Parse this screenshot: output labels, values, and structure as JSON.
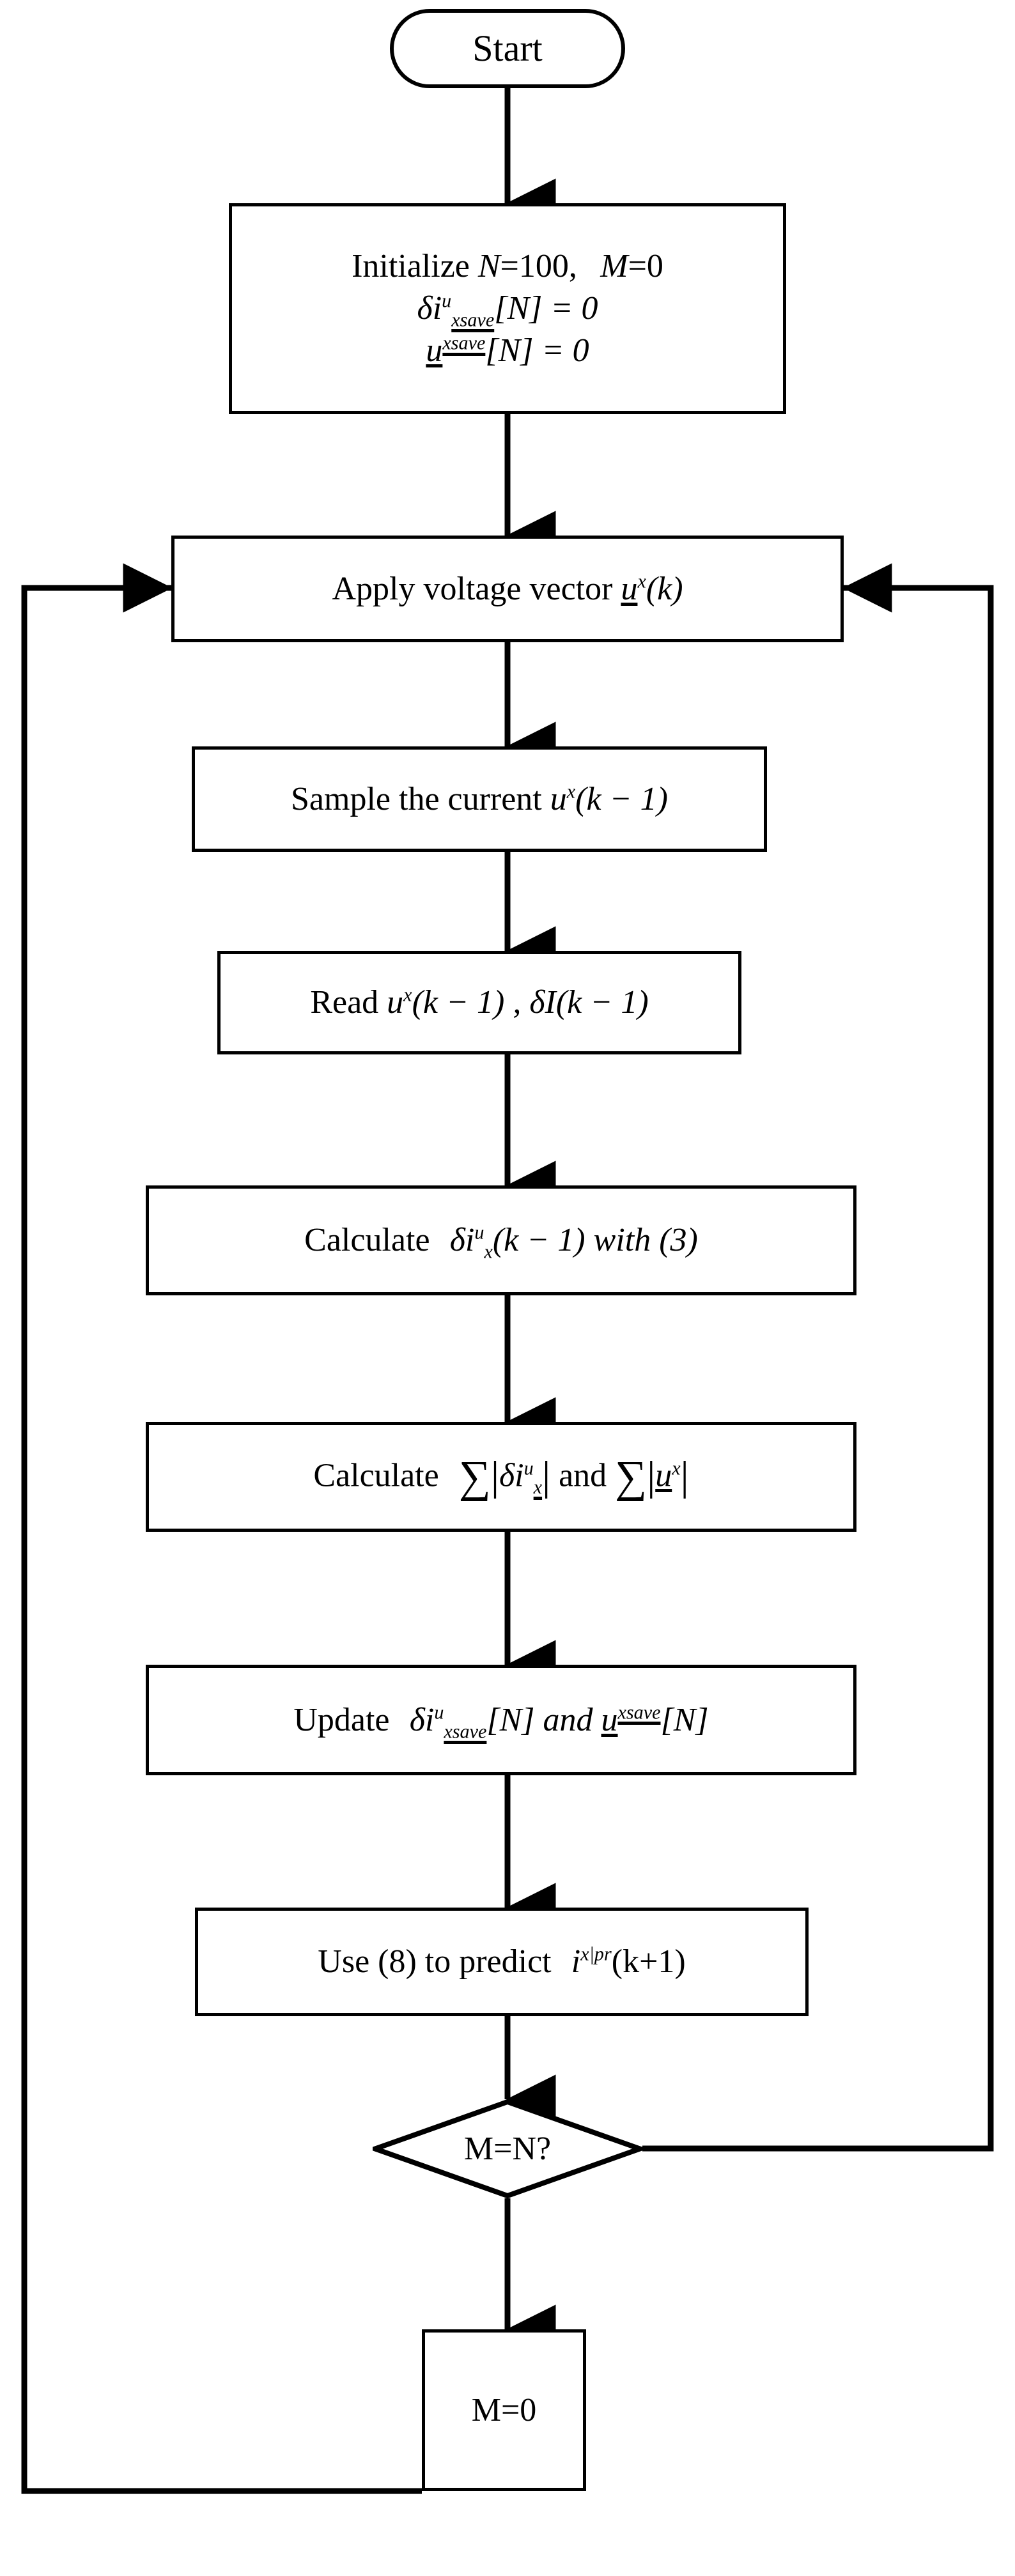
{
  "diagram": {
    "title": "Predictive control initialization and update flowchart",
    "background_color": "#ffffff",
    "line_color": "#000000",
    "nodes": [
      {
        "id": "start",
        "shape": "terminator",
        "label": "Start"
      },
      {
        "id": "initialize",
        "shape": "process",
        "lines": [
          "Initialize N=100,  M=0",
          "δi_xsave^u[N] = 0",
          "u^xsave[N] = 0"
        ],
        "line1_pre": "Initialize ",
        "line1_n": "N",
        "line1_mid": "=100,",
        "line1_m": "M",
        "line1_post": "=0",
        "line2_sub": "xsave",
        "line2_sup": "u",
        "line2_tail": "[N] = 0",
        "line3_sup": "xsave",
        "line3_tail": "[N] = 0"
      },
      {
        "id": "apply-voltage-vector",
        "shape": "process",
        "text_pre": "Apply voltage vector ",
        "var_base": "u",
        "var_sup": "x",
        "text_post": "(k)"
      },
      {
        "id": "sample-current",
        "shape": "process",
        "text_pre": "Sample the current ",
        "var_base": "u",
        "var_sup": "x",
        "text_post": "(k − 1)"
      },
      {
        "id": "read-values",
        "shape": "process",
        "text_pre": "Read ",
        "var_base": "u",
        "var_sup": "x",
        "text_mid": "(k − 1) , ",
        "text_post": "δI(k − 1)"
      },
      {
        "id": "calculate-delta-i",
        "shape": "process",
        "text_pre": "Calculate ",
        "var_base": "δi",
        "var_sup": "u",
        "var_sub": "x",
        "text_post": "(k − 1)  with (3)"
      },
      {
        "id": "calculate-sums",
        "shape": "process",
        "text_pre": "Calculate ",
        "sum1_sup": "u",
        "sum1_sub": "x",
        "text_mid": " and ",
        "sum2_sup": "x",
        "sum_symbol": "∑"
      },
      {
        "id": "update-arrays",
        "shape": "process",
        "text_pre": "Update ",
        "var1_base": "δi",
        "var1_sup": "u",
        "var1_sub": "xsave",
        "text_mid": "[N]  and ",
        "var2_base": "u",
        "var2_sup": "xsave",
        "text_post": "[N]"
      },
      {
        "id": "predict-current",
        "shape": "process",
        "text_pre": "Use (8) to predict ",
        "var_base": "i",
        "var_sup": "x|pr",
        "text_post": "(k+1)"
      },
      {
        "id": "decision-m-equals-n",
        "shape": "decision",
        "label": "M=N?"
      },
      {
        "id": "reset-m",
        "shape": "process",
        "label": "M=0"
      }
    ],
    "edges": [
      {
        "id": "start-to-initialize",
        "from": "start",
        "to": "initialize",
        "kind": "straight-down",
        "arrow": true
      },
      {
        "id": "initialize-to-apply",
        "from": "initialize",
        "to": "apply-voltage-vector",
        "kind": "straight-down",
        "arrow": true
      },
      {
        "id": "apply-to-sample",
        "from": "apply-voltage-vector",
        "to": "sample-current",
        "kind": "straight-down",
        "arrow": true
      },
      {
        "id": "sample-to-read",
        "from": "sample-current",
        "to": "read-values",
        "kind": "straight-down",
        "arrow": true
      },
      {
        "id": "read-to-calculate-delta",
        "from": "read-values",
        "to": "calculate-delta-i",
        "kind": "straight-down",
        "arrow": true
      },
      {
        "id": "calculate-delta-to-sums",
        "from": "calculate-delta-i",
        "to": "calculate-sums",
        "kind": "straight-down",
        "arrow": true
      },
      {
        "id": "sums-to-update",
        "from": "calculate-sums",
        "to": "update-arrays",
        "kind": "straight-down",
        "arrow": true
      },
      {
        "id": "update-to-predict",
        "from": "update-arrays",
        "to": "predict-current",
        "kind": "straight-down",
        "arrow": true
      },
      {
        "id": "predict-to-decision",
        "from": "predict-current",
        "to": "decision-m-equals-n",
        "kind": "straight-down",
        "arrow": true
      },
      {
        "id": "decision-down-to-reset",
        "from": "decision-m-equals-n",
        "to": "reset-m",
        "kind": "straight-down",
        "arrow": true
      },
      {
        "id": "decision-right-loop-back",
        "from": "decision-m-equals-n",
        "to": "apply-voltage-vector",
        "kind": "right-loop",
        "arrow": true
      },
      {
        "id": "reset-left-loop-back",
        "from": "reset-m",
        "to": "apply-voltage-vector",
        "kind": "left-loop",
        "arrow": true
      }
    ]
  }
}
